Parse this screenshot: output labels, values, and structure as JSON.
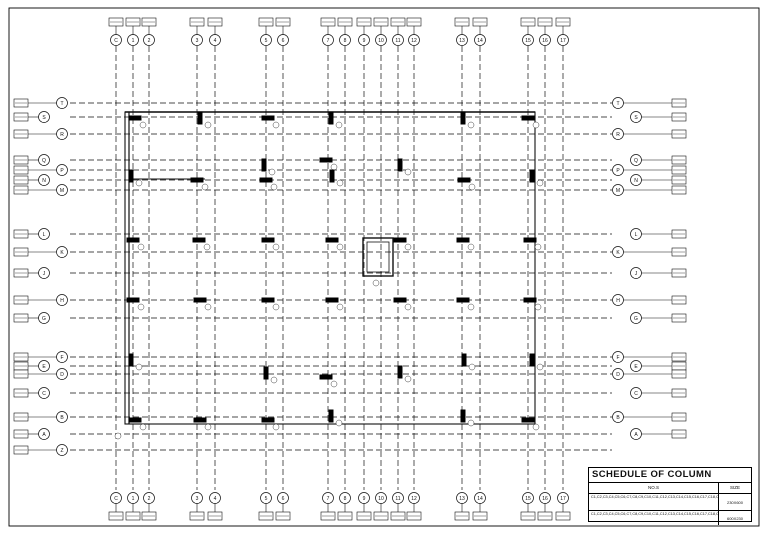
{
  "drawing": {
    "top_grid_labels": [
      "C",
      "1",
      "2",
      "3",
      "4",
      "5",
      "6",
      "7",
      "8",
      "9",
      "10",
      "11",
      "12",
      "13",
      "14",
      "15",
      "16",
      "17"
    ],
    "bottom_grid_labels": [
      "C",
      "1",
      "2",
      "3",
      "4",
      "5",
      "6",
      "7",
      "8",
      "9",
      "10",
      "11",
      "12",
      "13",
      "14",
      "15",
      "16",
      "17"
    ],
    "left_grid_labels": [
      "T",
      "S",
      "R",
      "Q",
      "P",
      "N",
      "M",
      "L",
      "K",
      "J",
      "H",
      "G",
      "F",
      "E",
      "D",
      "C",
      "B",
      "A",
      "Z"
    ],
    "right_grid_labels": [
      "T",
      "S",
      "R",
      "Q",
      "P",
      "N",
      "M",
      "L",
      "K",
      "J",
      "H",
      "G",
      "F",
      "E",
      "D",
      "C",
      "B",
      "A"
    ]
  },
  "schedule": {
    "title": "SCHEDULE OF COLUMN",
    "header_no": "NO.S",
    "header_size": "SIZE",
    "row1_ids": "C1,C2,C3,C4,C5,C6,C7,C8,C9,C10,C11,C12,C13,C14,C15,C16,C17,C18,C19,C20,C21,C22,C23,C24,C25,C26,C27,C28,C29,C30,C31,C32,C33,C34,C35,C36,C38,C39",
    "row1_size": "230X600",
    "row2_ids": "C1,C2,C3,C4,C5,C6,C7,C8,C9,C10,C11,C12,C13,C14,C15,C16,C17,C18,C19,C20,C21,C22,C23,C24,C25,C26,C27,C28,C29,C30,C31,C32,C33,C34,C35,C36,C37,C38,C39,C40",
    "row2_size": "600X230"
  }
}
